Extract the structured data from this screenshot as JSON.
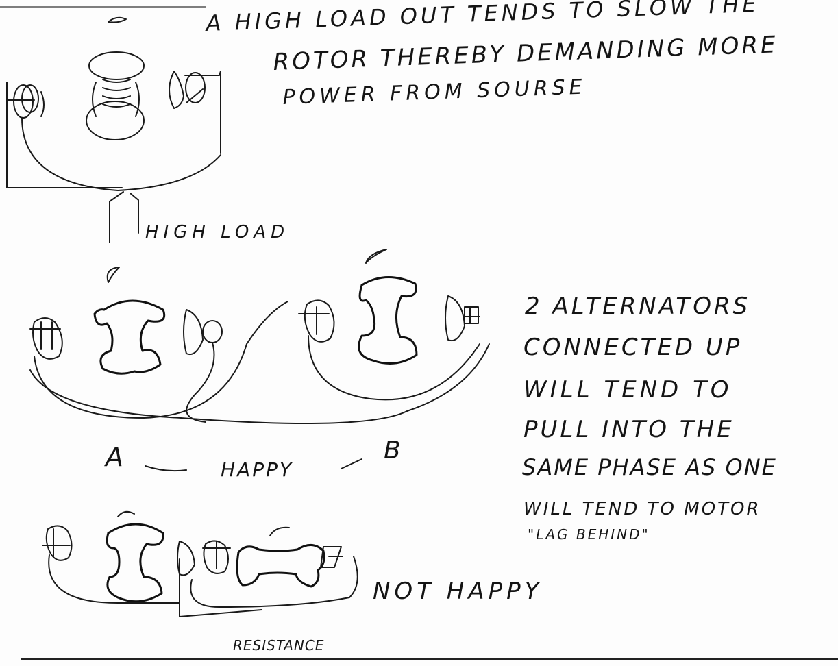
{
  "note_top": {
    "line1": "A HIGH LOAD OUT TENDS TO SLOW THE",
    "line2": "ROTOR THEREBY DEMANDING MORE",
    "line3": "POWER FROM SOURSE"
  },
  "label_high_load": "HIGH LOAD",
  "note_right": {
    "line1": "2 ALTERNATORS",
    "line2": "CONNECTED UP",
    "line3": "WILL TEND TO",
    "line4": "PULL INTO THE",
    "line5": "SAME PHASE AS ONE",
    "line6": "WILL TEND TO MOTOR",
    "line7": "\"LAG BEHIND\""
  },
  "label_a": "A",
  "label_b": "B",
  "label_happy": "HAPPY",
  "label_not_happy": "NOT HAPPY",
  "label_resistance": "RESISTANCE"
}
